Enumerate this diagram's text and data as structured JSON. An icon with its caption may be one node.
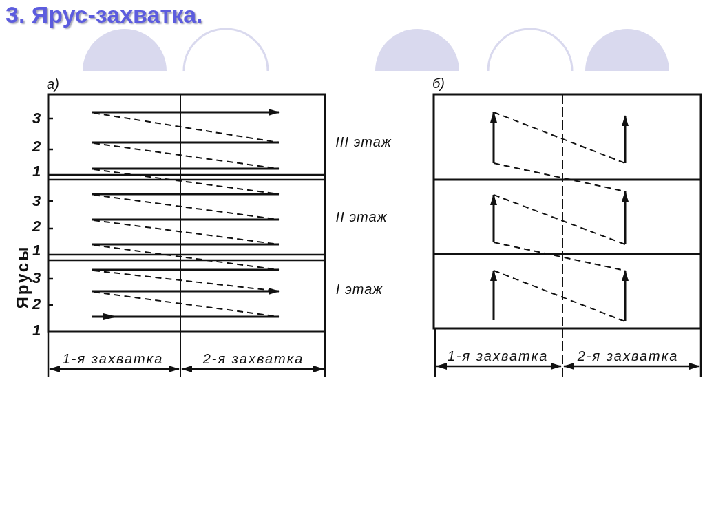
{
  "diagram": {
    "title": "3. Ярус-захватка.",
    "labels": [
      "а)",
      "Ярусы",
      "3",
      "2",
      "1",
      "III этаж",
      "3",
      "2",
      "1",
      "II этаж",
      "3",
      "2",
      "1",
      "I этаж",
      "1-я захватка",
      "2-я захватка",
      "б)",
      "1-я захватка",
      "2-я захватка"
    ]
  }
}
